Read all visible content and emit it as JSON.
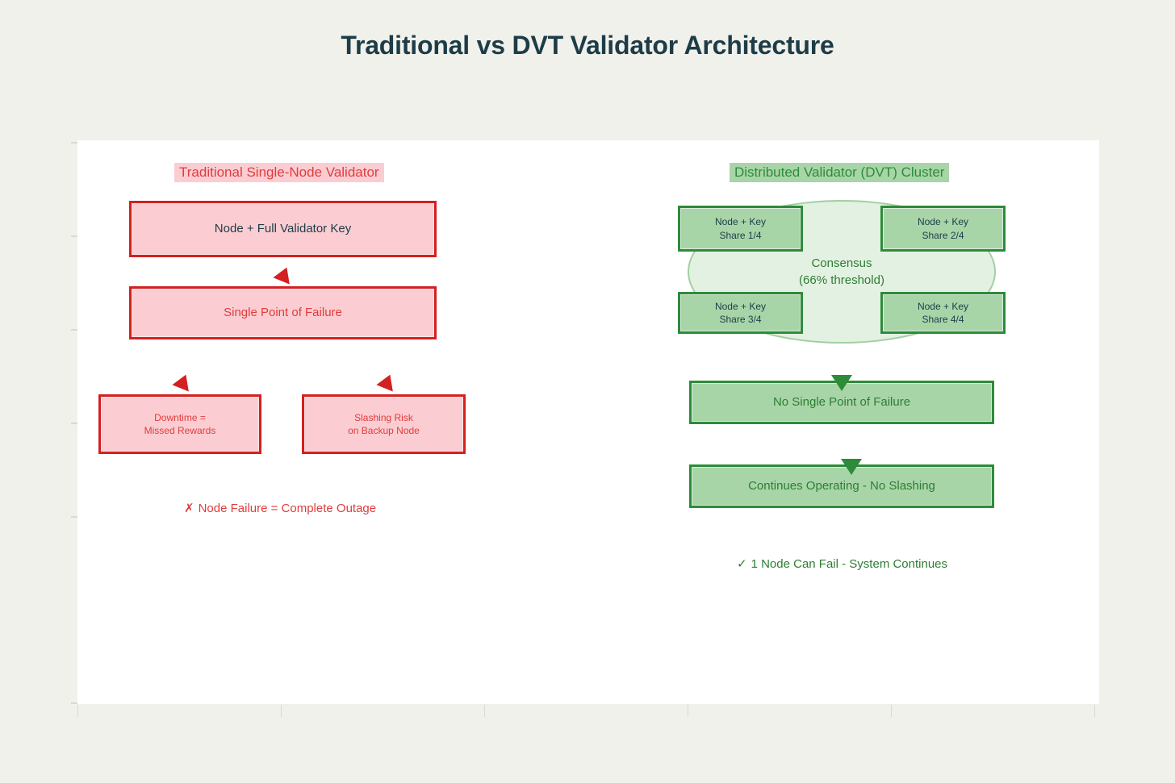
{
  "title": "Traditional vs DVT Validator Architecture",
  "colors": {
    "background": "#f1f1ec",
    "canvas": "#ffffff",
    "title_text": "#1d3c47",
    "red_border": "#d32020",
    "red_fill": "#fbcdd2",
    "red_text": "#e03c3c",
    "green_border": "#2e8b3a",
    "green_fill": "#a8d5a8",
    "green_text": "#2e7d32",
    "consensus_fill": "rgba(168,213,168,0.32)"
  },
  "left_column": {
    "header": "Traditional Single-Node Validator",
    "boxes": [
      {
        "label": "Node + Full Validator Key"
      },
      {
        "label": "Single Point of Failure"
      },
      {
        "line1": "Downtime =",
        "line2": "Missed Rewards"
      },
      {
        "line1": "Slashing Risk",
        "line2": "on Backup Node"
      }
    ],
    "note": {
      "mark": "✗",
      "text": "Node Failure = Complete Outage"
    },
    "arrows": [
      {
        "name": "arrow-to-node-key",
        "direction": "up"
      },
      {
        "name": "arrow-to-downtime",
        "direction": "up"
      },
      {
        "name": "arrow-to-slashing",
        "direction": "up"
      }
    ]
  },
  "right_column": {
    "header": "Distributed Validator (DVT) Cluster",
    "nodes": [
      {
        "line1": "Node + Key",
        "line2": "Share 1/4"
      },
      {
        "line1": "Node + Key",
        "line2": "Share 2/4"
      },
      {
        "line1": "Node + Key",
        "line2": "Share 3/4"
      },
      {
        "line1": "Node + Key",
        "line2": "Share 4/4"
      }
    ],
    "consensus": {
      "line1": "Consensus",
      "line2": "(66% threshold)"
    },
    "boxes": [
      {
        "label": "No Single Point of Failure"
      },
      {
        "label": "Continues Operating - No Slashing"
      }
    ],
    "note": {
      "mark": "✓",
      "text": "1 Node Can Fail - System Continues"
    },
    "arrows": [
      {
        "name": "arrow-to-no-spof",
        "direction": "down"
      },
      {
        "name": "arrow-to-continues",
        "direction": "down"
      }
    ]
  },
  "axis": {
    "left_tick_count": 6,
    "bottom_tick_count": 6
  }
}
